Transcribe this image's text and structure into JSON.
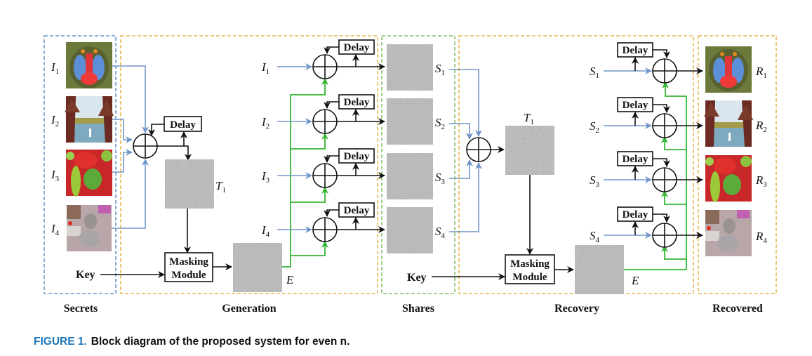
{
  "figure": {
    "caption_label": "FIGURE 1.",
    "caption_text": "Block diagram of the proposed system for even n.",
    "caption_color": "#1b75bb"
  },
  "sections": [
    {
      "id": "secrets",
      "title": "Secrets",
      "border_color": "#4a7fc1"
    },
    {
      "id": "generation",
      "title": "Generation",
      "border_color": "#e0a92a"
    },
    {
      "id": "shares",
      "title": "Shares",
      "border_color": "#6ab04c"
    },
    {
      "id": "recovery",
      "title": "Recovery",
      "border_color": "#e0a92a"
    },
    {
      "id": "recovered",
      "title": "Recovered",
      "border_color": "#e0a92a"
    }
  ],
  "secrets": [
    {
      "label": "I",
      "sub": "1",
      "image": "mandrill"
    },
    {
      "label": "I",
      "sub": "2",
      "image": "lake"
    },
    {
      "label": "I",
      "sub": "3",
      "image": "peppers"
    },
    {
      "label": "I",
      "sub": "4",
      "image": "woman"
    }
  ],
  "generation": {
    "inputs": [
      {
        "label": "I",
        "sub": "1"
      },
      {
        "label": "I",
        "sub": "2"
      },
      {
        "label": "I",
        "sub": "3"
      },
      {
        "label": "I",
        "sub": "4"
      }
    ],
    "delay_label": "Delay",
    "temp_label": "T",
    "temp_sub": "1",
    "masking_line1": "Masking",
    "masking_line2": "Module",
    "key_label": "Key",
    "e_label": "E"
  },
  "shares": [
    {
      "label": "S",
      "sub": "1"
    },
    {
      "label": "S",
      "sub": "2"
    },
    {
      "label": "S",
      "sub": "3"
    },
    {
      "label": "S",
      "sub": "4"
    }
  ],
  "recovery": {
    "inputs": [
      {
        "label": "S",
        "sub": "1"
      },
      {
        "label": "S",
        "sub": "2"
      },
      {
        "label": "S",
        "sub": "3"
      },
      {
        "label": "S",
        "sub": "4"
      }
    ],
    "delay_label": "Delay",
    "temp_label": "T",
    "temp_sub": "1",
    "masking_line1": "Masking",
    "masking_line2": "Module",
    "key_label": "Key",
    "e_label": "E"
  },
  "recovered": [
    {
      "label": "R",
      "sub": "1",
      "image": "mandrill"
    },
    {
      "label": "R",
      "sub": "2",
      "image": "lake"
    },
    {
      "label": "R",
      "sub": "3",
      "image": "peppers"
    },
    {
      "label": "R",
      "sub": "4",
      "image": "woman"
    }
  ],
  "colors": {
    "blue_line": "#7096c8",
    "green_line": "#33b533",
    "black_line": "#111111"
  }
}
